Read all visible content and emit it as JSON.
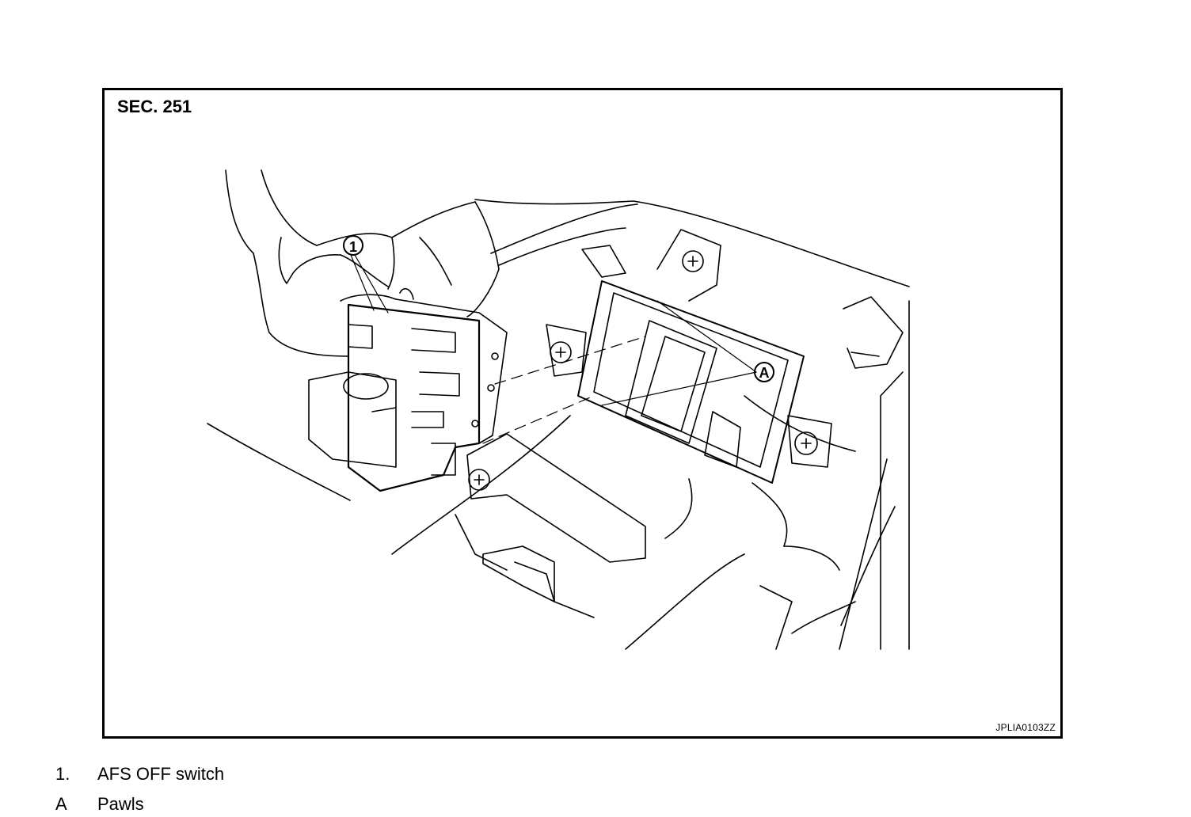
{
  "figure": {
    "section": "SEC. 251",
    "image_code": "JPLIA0103ZZ",
    "callouts": {
      "part_1": "1",
      "part_a": "A"
    }
  },
  "legend": [
    {
      "key": "1.",
      "label": "AFS OFF switch"
    },
    {
      "key": "A",
      "label": "Pawls"
    }
  ],
  "colors": {
    "line": "#000000",
    "background": "#ffffff"
  }
}
